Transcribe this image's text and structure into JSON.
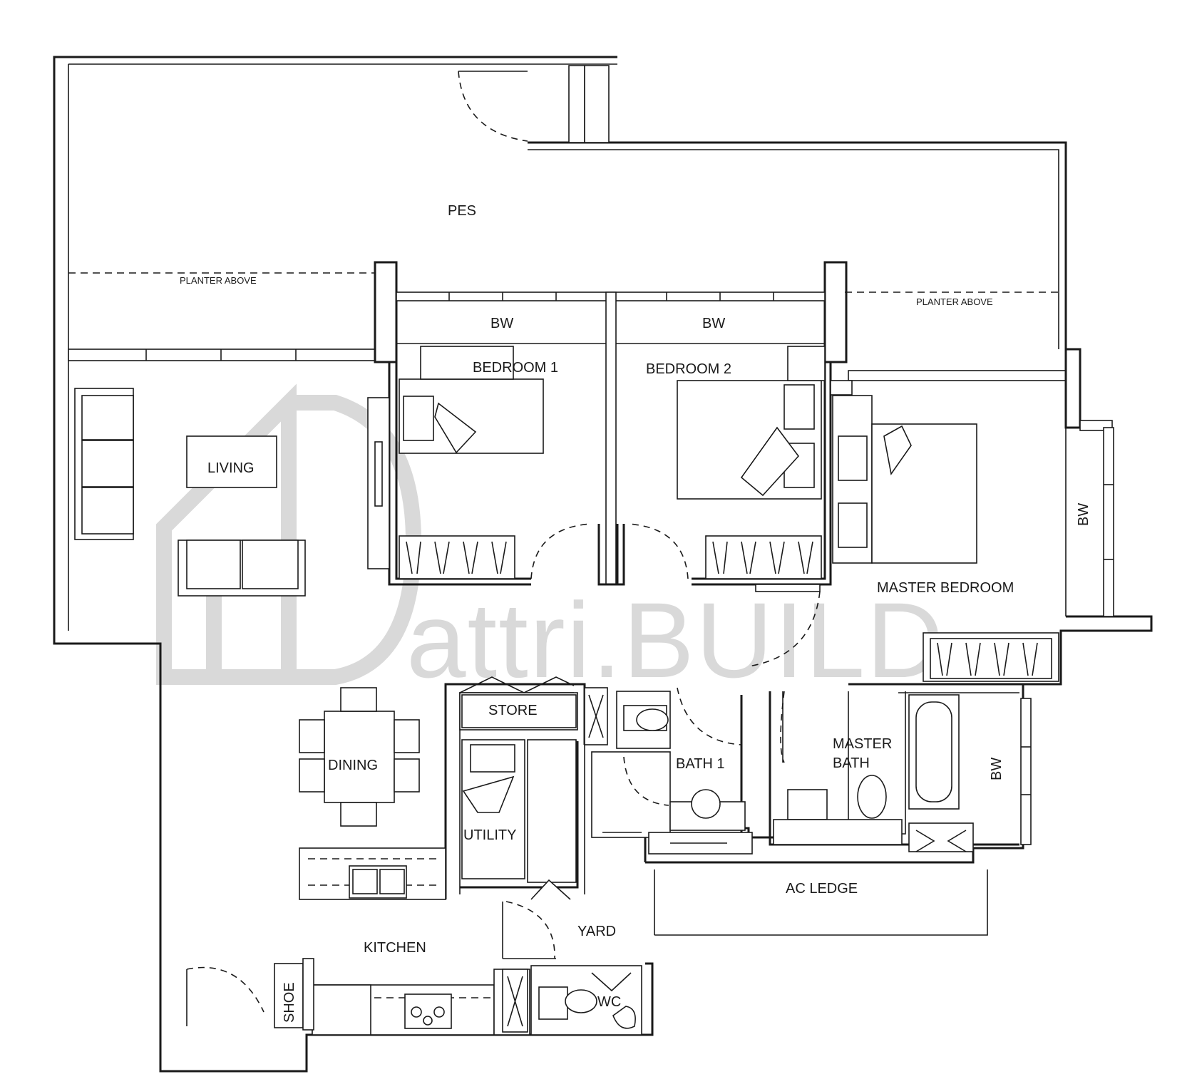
{
  "watermark": {
    "text": "attri.BUILD",
    "color": "#d9d9d9"
  },
  "rooms": {
    "pes": "PES",
    "planter_left": "PLANTER ABOVE",
    "planter_right": "PLANTER ABOVE",
    "bw_bedroom1": "BW",
    "bw_bedroom2": "BW",
    "bw_master": "BW",
    "bw_master_bath": "BW",
    "bedroom1": "BEDROOM 1",
    "bedroom2": "BEDROOM 2",
    "master_bedroom": "MASTER BEDROOM",
    "living": "LIVING",
    "dining": "DINING",
    "store": "STORE",
    "utility": "UTILITY",
    "bath1": "BATH 1",
    "master_bath_line1": "MASTER",
    "master_bath_line2": "BATH",
    "ac_ledge": "AC LEDGE",
    "yard": "YARD",
    "kitchen": "KITCHEN",
    "wc": "WC",
    "shoe": "SHOE"
  }
}
